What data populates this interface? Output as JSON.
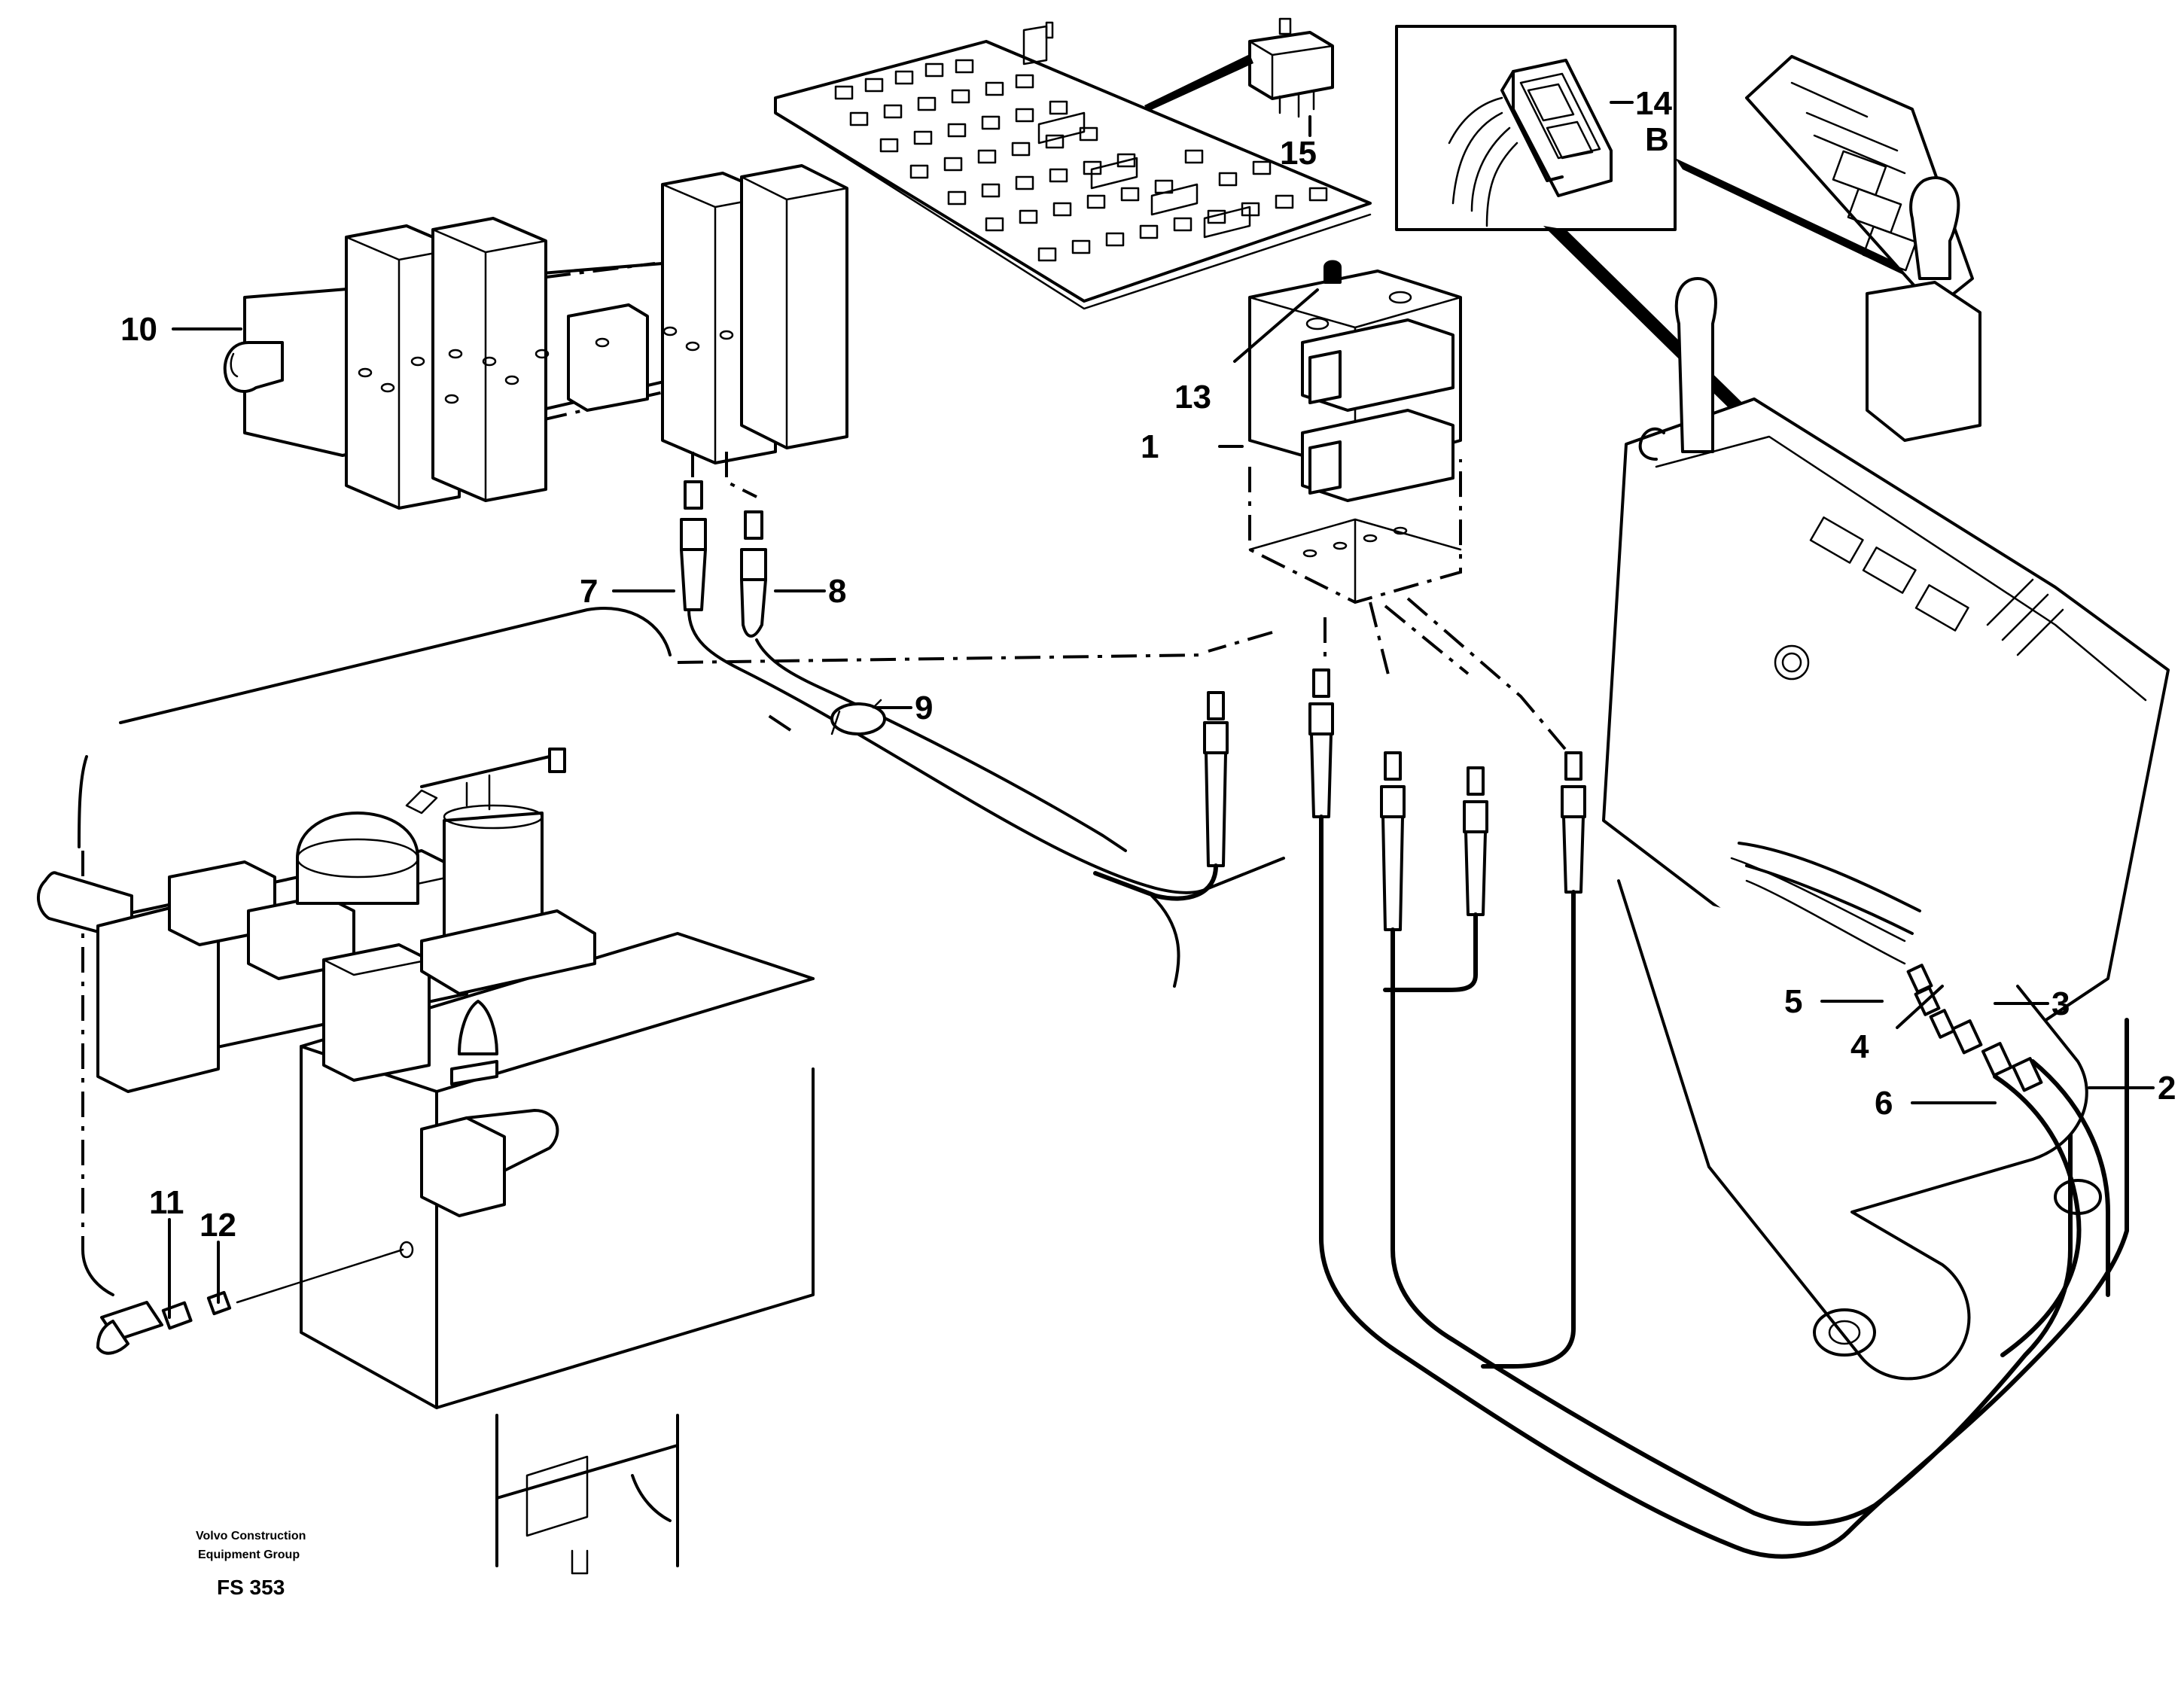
{
  "callouts": [
    {
      "id": "1",
      "text": "1"
    },
    {
      "id": "2",
      "text": "2"
    },
    {
      "id": "3",
      "text": "3"
    },
    {
      "id": "4",
      "text": "4"
    },
    {
      "id": "5",
      "text": "5"
    },
    {
      "id": "6",
      "text": "6"
    },
    {
      "id": "7",
      "text": "7"
    },
    {
      "id": "8",
      "text": "8"
    },
    {
      "id": "9",
      "text": "9"
    },
    {
      "id": "10",
      "text": "10"
    },
    {
      "id": "11",
      "text": "11"
    },
    {
      "id": "12",
      "text": "12"
    },
    {
      "id": "13",
      "text": "13"
    },
    {
      "id": "14",
      "text": "14"
    },
    {
      "id": "15",
      "text": "15"
    },
    {
      "id": "B",
      "text": "B"
    }
  ],
  "footer": {
    "company_line1": "Volvo Construction",
    "company_line2": "Equipment Group",
    "code": "FS 353"
  }
}
